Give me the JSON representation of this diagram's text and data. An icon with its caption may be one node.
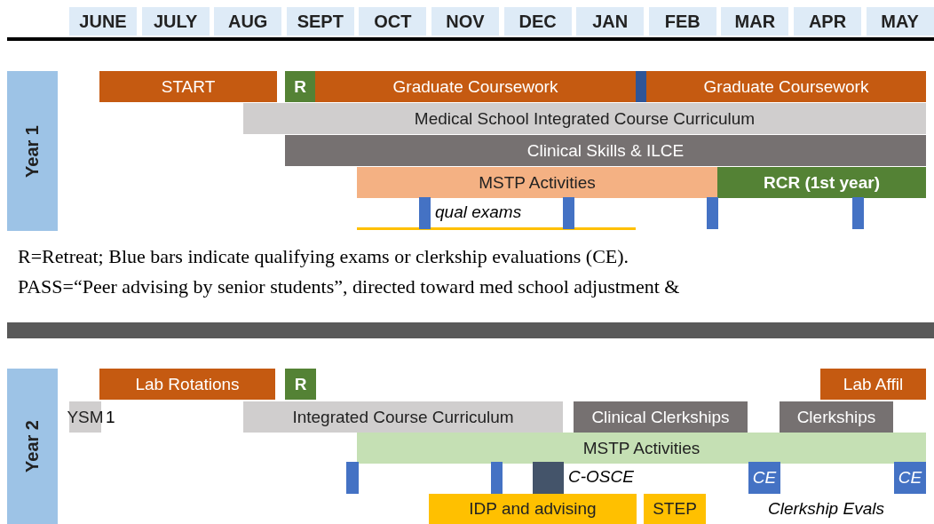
{
  "diagram": {
    "nodes": [
      {
        "text": [
          "Year 1"
        ]
      },
      {
        "text": [
          "START"
        ]
      },
      {
        "text": [
          "R"
        ]
      },
      {
        "text": [
          "Graduate Coursework"
        ]
      },
      {
        "text": [],
        "shape": "bar"
      },
      {
        "text": [
          "Graduate Coursework"
        ]
      },
      {
        "text": [
          "Medical School Integrated Course Curriculum"
        ]
      },
      {
        "text": [
          "Clinical Skills & ILCE"
        ]
      },
      {
        "text": [
          "MSTP Activities"
        ]
      },
      {
        "text": [
          "RCR (1st year)"
        ]
      },
      {
        "text": [],
        "shape": "bar"
      },
      {
        "text": [],
        "shape": "bar"
      },
      {
        "text": [],
        "shape": "bar"
      },
      {
        "text": [],
        "shape": "bar"
      },
      {
        "text": [],
        "shape": "bar"
      },
      {
        "text": [
          "Year 2"
        ]
      },
      {
        "text": [
          "Lab Rotations"
        ]
      },
      {
        "text": [
          "R"
        ]
      },
      {
        "text": [
          "Lab Affil"
        ]
      },
      {
        "text": [
          "YSM"
        ],
        "beside": [
          "1"
        ]
      },
      {
        "text": [
          "Integrated Course Curriculum"
        ]
      },
      {
        "text": [
          "Clinical Clerkships"
        ]
      },
      {
        "text": [
          "Clerkships"
        ]
      },
      {
        "text": [
          "MSTP Activities"
        ]
      },
      {
        "text": [],
        "shape": "bar"
      },
      {
        "text": [],
        "shape": "bar"
      },
      {
        "text": [],
        "shape": "bar"
      },
      {
        "text": [
          "CE"
        ]
      },
      {
        "text": [
          "CE"
        ]
      },
      {
        "text": [
          "IDP and advising"
        ]
      },
      {
        "text": [
          "STEP"
        ]
      }
    ],
    "labels": [
      "JUNE",
      "JULY",
      "AUG",
      "SEPT",
      "OCT",
      "NOV",
      "DEC",
      "JAN",
      "FEB",
      "MAR",
      "APR",
      "MAY",
      "qual exams",
      "R=Retreat; Blue bars indicate qualifying exams or clerkship evaluations (CE).",
      "PASS=“Peer advising by senior students”, directed toward med school adjustment &",
      "C-OSCE",
      "Clerkship Evals"
    ]
  }
}
